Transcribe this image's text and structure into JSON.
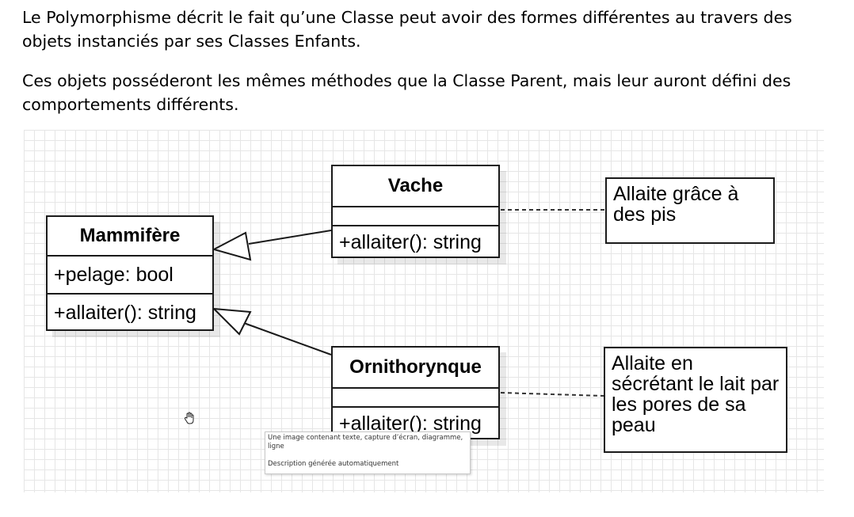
{
  "document": {
    "paragraph1": "Le Polymorphisme décrit le fait qu’une Classe peut avoir des formes différentes au travers des objets instanciés par ses Classes Enfants.",
    "paragraph2": "Ces objets posséderont les mêmes méthodes que la Classe Parent, mais leur auront défini des comportements différents."
  },
  "diagram": {
    "classes": {
      "mammifere": {
        "name": "Mammifère",
        "attribute": "+pelage: bool",
        "operation": "+allaiter(): string"
      },
      "vache": {
        "name": "Vache",
        "operation": "+allaiter(): string"
      },
      "ornithorynque": {
        "name": "Ornithorynque",
        "operation": "+allaiter(): string"
      }
    },
    "notes": {
      "vache": "Allaite grâce à des pis",
      "ornithorynque": "Allaite en sécrétant le lait par les pores de sa peau"
    }
  },
  "tooltip": {
    "caption": "Une image contenant texte, capture d’écran, diagramme, ligne",
    "description": "Description générée automatiquement"
  }
}
